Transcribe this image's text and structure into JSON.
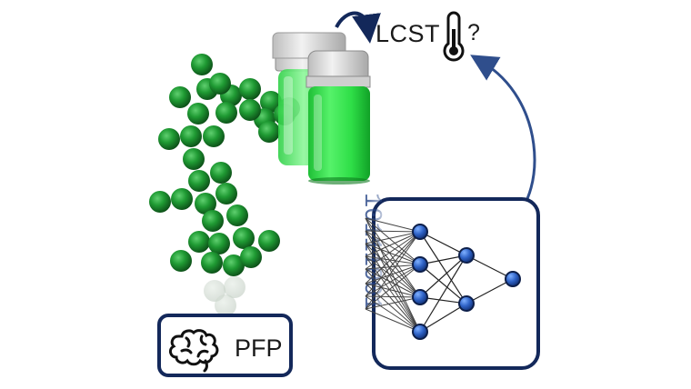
{
  "labels": {
    "lcst": "LCST",
    "question": "?",
    "pfp": "PFP",
    "binary": "10111001"
  },
  "icons": [
    "thermometer-icon",
    "brain-icon",
    "curved-arrow-icon",
    "neural-network-icon",
    "vial-icon"
  ],
  "colors": {
    "frame": "#13285a",
    "arrow": "#2f4e8c",
    "node": "#2f63c7",
    "bead": "#1b8a2e",
    "liquid": "#33e04a",
    "cap": "#d9d9d9",
    "binary_text": "#2c4a8a"
  },
  "network": {
    "layers": [
      8,
      4,
      2,
      1
    ]
  }
}
